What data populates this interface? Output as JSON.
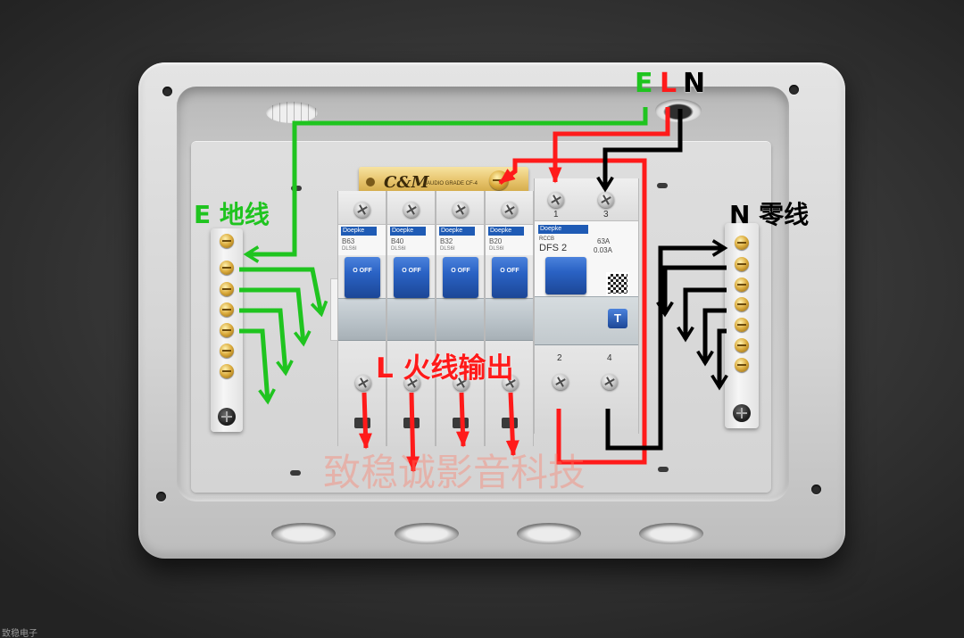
{
  "colors": {
    "earth": "#1fc41f",
    "live": "#ff1a1a",
    "neutral": "#000000",
    "breaker_toggle": "#2a62c4",
    "busbar_plate": "#e6c36a"
  },
  "wire_labels": {
    "earth": "E",
    "live": "L",
    "neutral": "N"
  },
  "annotations": {
    "earth_bar": "E 地线",
    "neutral_bar": "N 零线",
    "live_output": "L 火线输出"
  },
  "busbar_plate": {
    "logo": "C&M",
    "text": "AUDIO GRADE CF-4"
  },
  "mcbs": [
    {
      "brand": "Doepke",
      "rating": "B63",
      "model": "DLS6I",
      "toggle": "O OFF"
    },
    {
      "brand": "Doepke",
      "rating": "B40",
      "model": "DLS6I",
      "toggle": "O OFF"
    },
    {
      "brand": "Doepke",
      "rating": "B32",
      "model": "DLS6I",
      "toggle": "O OFF"
    },
    {
      "brand": "Doepke",
      "rating": "B20",
      "model": "DLS6I",
      "toggle": "O OFF"
    }
  ],
  "rccb": {
    "brand": "Doepke",
    "type": "RCCB",
    "model": "DFS 2",
    "rated_current": "63A",
    "residual_current": "0.03A",
    "test_button": "T",
    "terminals_in": [
      "1",
      "3"
    ],
    "terminals_out": [
      "2",
      "4"
    ]
  },
  "watermark": "致稳诚影音科技",
  "corner_caption": "致稳电子"
}
